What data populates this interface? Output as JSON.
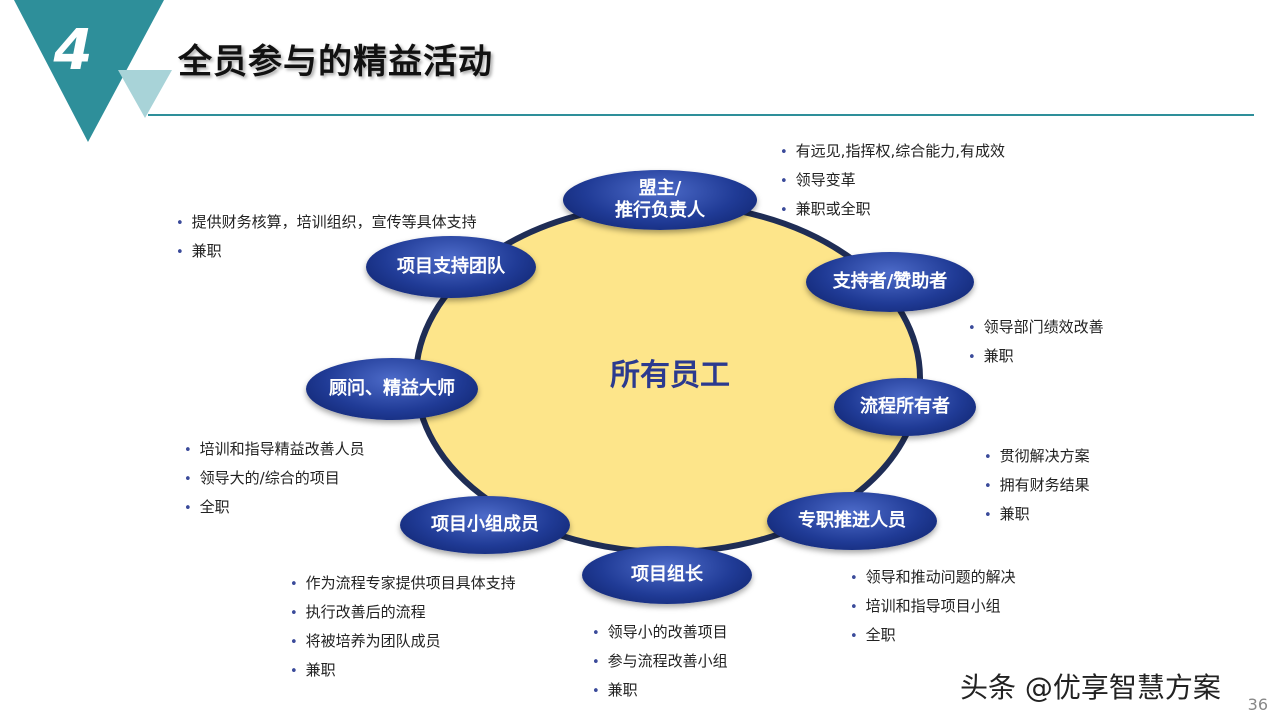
{
  "header": {
    "section_number": "4",
    "title": "全员参与的精益活动"
  },
  "diagram": {
    "center": "所有员工",
    "roles": [
      {
        "id": "sponsor-leader",
        "label": "盟主/\n推行负责人",
        "bullets": [
          "有远见,指挥权,综合能力,有成效",
          "领导变革",
          "兼职或全职"
        ]
      },
      {
        "id": "supporter",
        "label": "支持者/赞助者",
        "bullets": [
          "领导部门绩效改善",
          "兼职"
        ]
      },
      {
        "id": "process-owner",
        "label": "流程所有者",
        "bullets": [
          "贯彻解决方案",
          "拥有财务结果",
          "兼职"
        ]
      },
      {
        "id": "fulltime-promoter",
        "label": "专职推进人员",
        "bullets": [
          "领导和推动问题的解决",
          "培训和指导项目小组",
          "全职"
        ]
      },
      {
        "id": "project-leader",
        "label": "项目组长",
        "bullets": [
          "领导小的改善项目",
          "参与流程改善小组",
          "兼职"
        ]
      },
      {
        "id": "project-member",
        "label": "项目小组成员",
        "bullets": [
          "作为流程专家提供项目具体支持",
          "执行改善后的流程",
          "将被培养为团队成员",
          "兼职"
        ]
      },
      {
        "id": "consultant",
        "label": "顾问、精益大师",
        "bullets": [
          "培训和指导精益改善人员",
          "领导大的/综合的项目",
          "全职"
        ]
      },
      {
        "id": "support-team",
        "label": "项目支持团队",
        "bullets": [
          "提供财务核算，培训组织，宣传等具体支持",
          "兼职"
        ]
      }
    ]
  },
  "footer": {
    "watermark": "头条 @优享智慧方案",
    "page_number": "36"
  },
  "colors": {
    "teal": "#2e8f9a",
    "light_teal": "#a8d3d8",
    "circle_fill": "#fde58a",
    "circle_stroke": "#1f2d55",
    "pill_blue": "#203b96"
  }
}
